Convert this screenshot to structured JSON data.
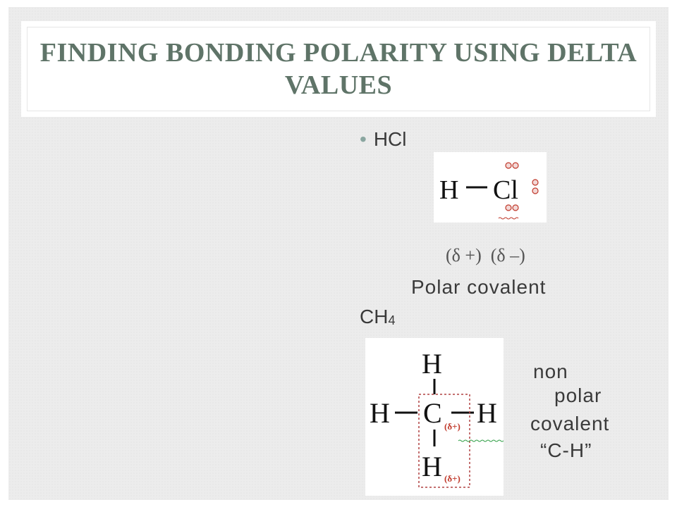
{
  "slide": {
    "title": "FINDING BONDING POLARITY USING DELTA VALUES",
    "bullet": "HCl",
    "hcl_diagram": {
      "h": "H",
      "cl": "Cl"
    },
    "delta_labels": "(δ +)  (δ –)",
    "polar_label": "Polar covalent",
    "ch4_main": "CH",
    "ch4_sub": "4",
    "ch4_diagram": {
      "h_top": "H",
      "h_left": "H",
      "c": "C",
      "h_right": "H",
      "h_bottom": "H",
      "delta_c": "(δ+)",
      "delta_h": "(δ+)"
    },
    "nonpolar_lines": [
      "non",
      "polar",
      "covalent",
      "“C-H”"
    ],
    "colors": {
      "title": "#5f7468",
      "accent": "#c0392b",
      "text": "#3a3a3a"
    }
  }
}
